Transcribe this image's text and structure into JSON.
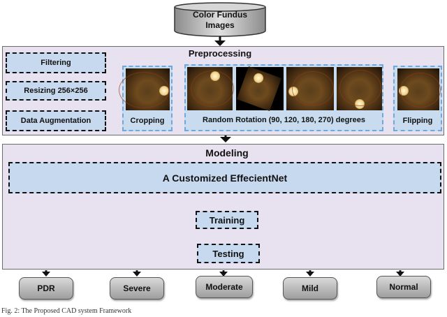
{
  "input": {
    "line1": "Color Fundus",
    "line2": "Images"
  },
  "preprocessing": {
    "title": "Preprocessing",
    "steps": [
      "Filtering",
      "Resizing 256×256",
      "Data Augmentation"
    ],
    "cropping_label": "Cropping",
    "rotation_label": "Random Rotation (90, 120, 180, 270) degrees",
    "flipping_label": "Flipping"
  },
  "modeling": {
    "title": "Modeling",
    "network": "A Customized EffecientNet",
    "training": "Training",
    "testing": "Testing"
  },
  "outputs": [
    "PDR",
    "Severe",
    "Moderate",
    "Mild",
    "Normal"
  ],
  "caption": "Fig. 2: The Proposed CAD system Framework"
}
